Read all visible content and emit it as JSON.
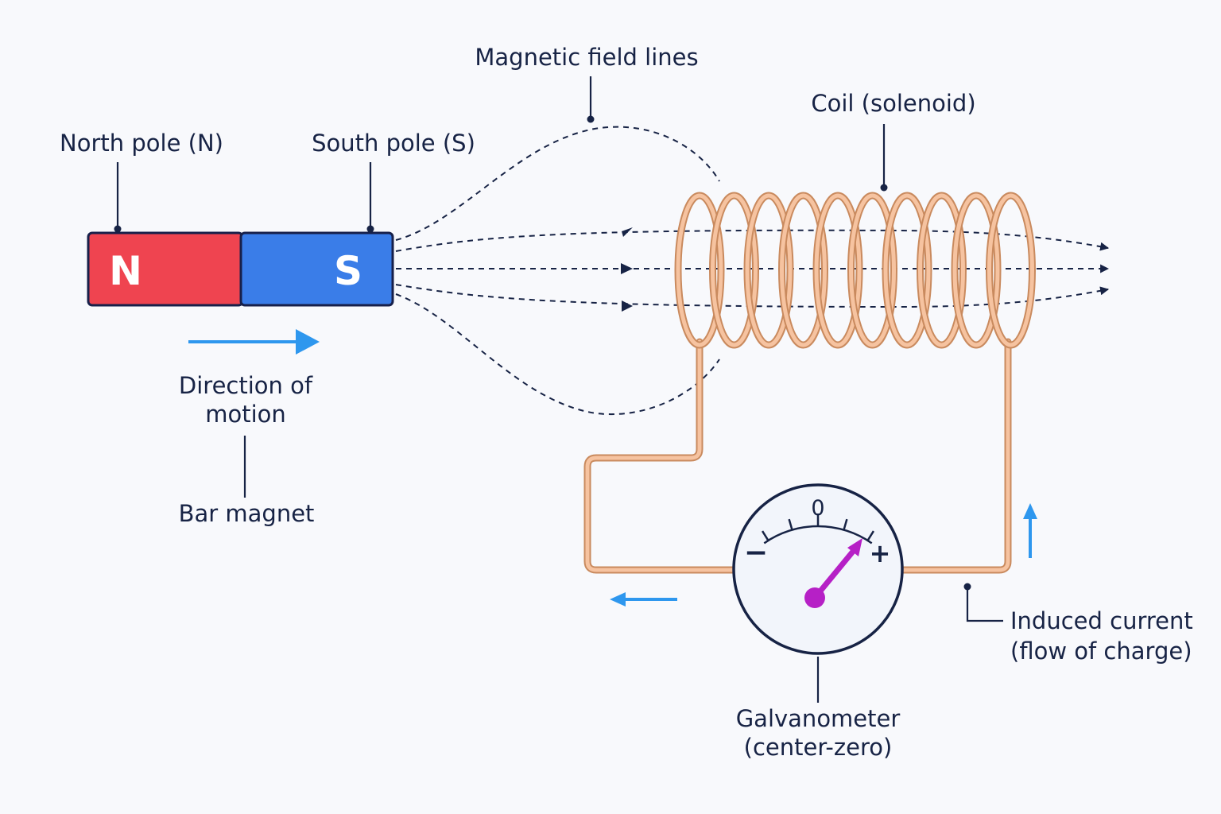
{
  "labels": {
    "field_lines": "Magnetic field lines",
    "coil": "Coil (solenoid)",
    "north_pole": "North pole (N)",
    "south_pole": "South pole (S)",
    "direction_line1": "Direction of",
    "direction_line2": "motion",
    "bar_magnet": "Bar magnet",
    "induced_line1": "Induced current",
    "induced_line2": "(flow of charge)",
    "galvanometer_line1": "Galvanometer",
    "galvanometer_line2": "(center-zero)"
  },
  "magnet": {
    "north_letter": "N",
    "south_letter": "S"
  },
  "galvanometer": {
    "zero_label": "0",
    "minus_label": "−",
    "plus_label": "+"
  },
  "colors": {
    "north": "#ef4450",
    "south": "#3a7de8",
    "magnet_outline": "#17204a",
    "coil_wire": "#e6a27a",
    "motion_arrow": "#2e97ee",
    "current_arrow": "#2e97ee",
    "needle": "#b620c6",
    "ink": "#172345",
    "meter_face": "#f2f5fb"
  }
}
